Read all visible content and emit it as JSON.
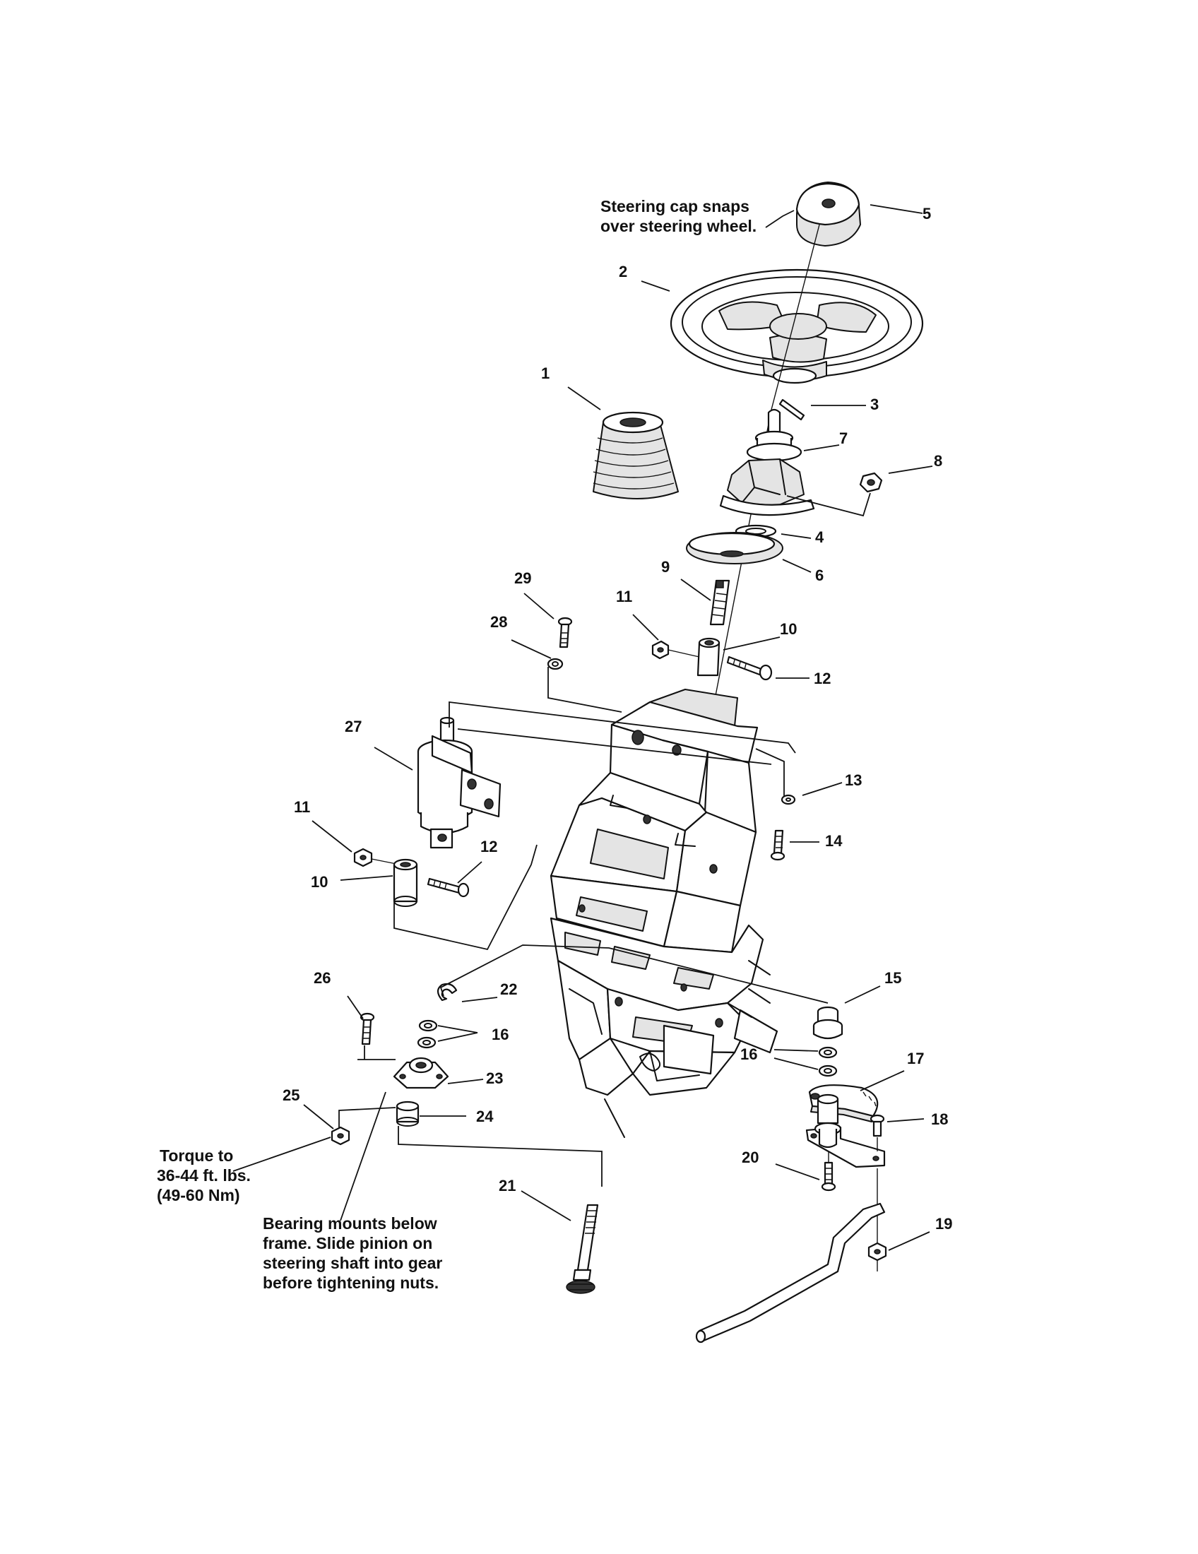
{
  "callouts": {
    "c1": "1",
    "c2": "2",
    "c3": "3",
    "c4": "4",
    "c5": "5",
    "c6": "6",
    "c7": "7",
    "c8": "8",
    "c9": "9",
    "c10a": "10",
    "c10b": "10",
    "c11a": "11",
    "c11b": "11",
    "c12a": "12",
    "c12b": "12",
    "c13": "13",
    "c14": "14",
    "c15": "15",
    "c16a": "16",
    "c16b": "16",
    "c17": "17",
    "c18": "18",
    "c19": "19",
    "c20": "20",
    "c21": "21",
    "c22": "22",
    "c23": "23",
    "c24": "24",
    "c25": "25",
    "c26": "26",
    "c27": "27",
    "c28": "28",
    "c29": "29"
  },
  "notes": {
    "steering_cap": [
      "Steering cap snaps",
      "over steering wheel."
    ],
    "torque": [
      "Torque to",
      "36-44 ft. lbs.",
      "(49-60 Nm)"
    ],
    "bearing": [
      "Bearing mounts below",
      "frame.  Slide pinion on",
      "steering shaft into gear",
      "before tightening nuts."
    ]
  }
}
